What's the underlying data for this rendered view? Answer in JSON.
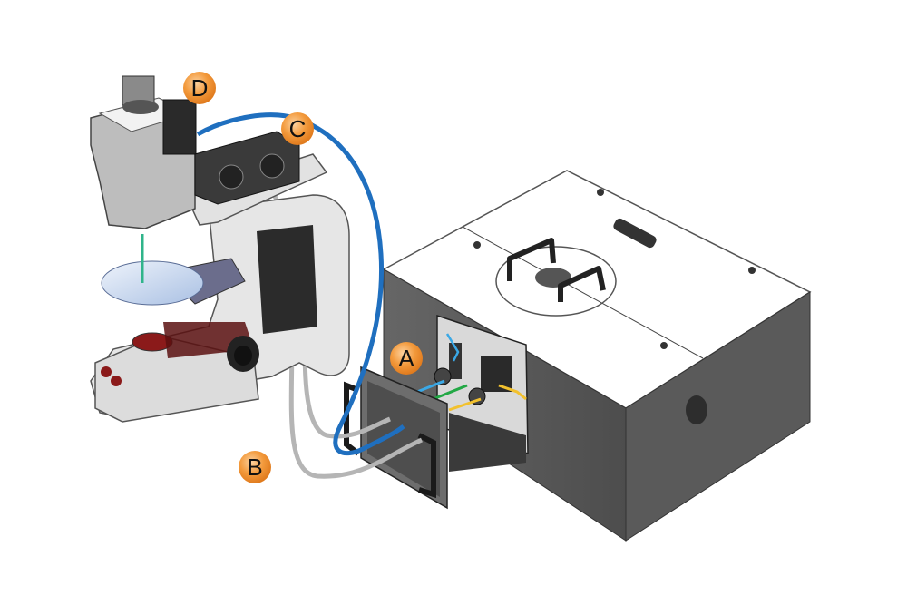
{
  "diagram": {
    "title": "Microscope coupled to spectrometer via fiber optics",
    "labels": [
      {
        "id": "A",
        "text": "A",
        "target": "spectrometer-optics"
      },
      {
        "id": "B",
        "text": "B",
        "target": "gray-fiber-cables"
      },
      {
        "id": "C",
        "text": "C",
        "target": "blue-fiber-cable"
      },
      {
        "id": "D",
        "text": "D",
        "target": "camera-adapter"
      }
    ],
    "colors": {
      "label_fill": "#f39a3c",
      "label_text": "#111111",
      "blue_fiber": "#1f6fbf",
      "gray_fiber": "#b5b5b5",
      "green_beam": "#2fb48a",
      "box_dark": "#555555",
      "box_top": "#ffffff",
      "sample_disc": "#c9d9f0"
    },
    "components": [
      "microscope",
      "spectrometer-box",
      "sample-wafer",
      "fiber-couplers",
      "drawer-panel"
    ]
  }
}
